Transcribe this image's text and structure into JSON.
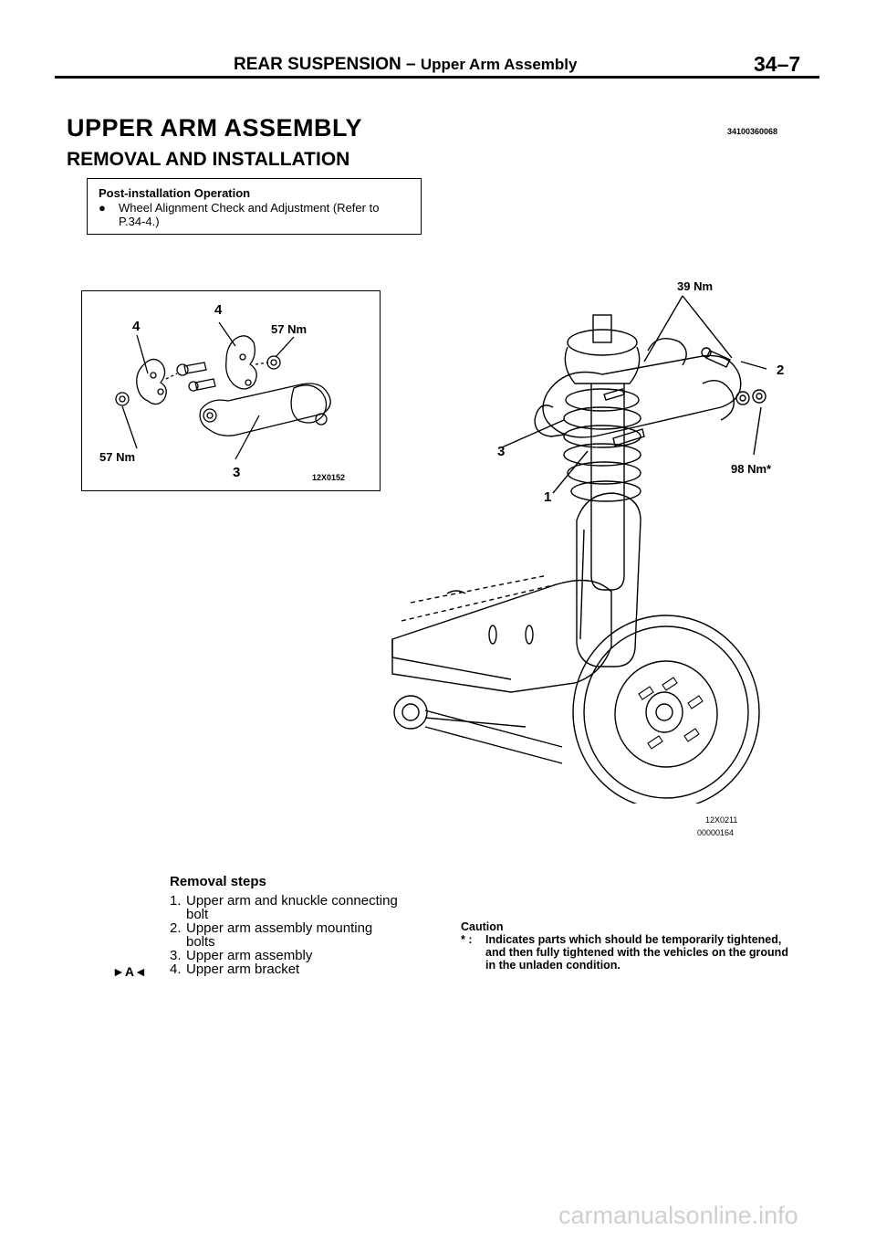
{
  "header": {
    "section": "REAR SUSPENSION",
    "dash": " – ",
    "subsection": "Upper Arm Assembly",
    "page": "34–7"
  },
  "title": "UPPER ARM ASSEMBLY",
  "title_code": "34100360068",
  "subtitle": "REMOVAL AND INSTALLATION",
  "post_installation": {
    "heading": "Post-installation Operation",
    "bullet": "●",
    "item_line1": "Wheel Alignment Check and Adjustment (Refer to",
    "item_line2": "P.34-4.)"
  },
  "figure_small": {
    "label_4_left": "4",
    "label_4_top": "4",
    "torque_top": "57 Nm",
    "torque_bottom": "57 Nm",
    "label_3": "3",
    "code": "12X0152"
  },
  "figure_main": {
    "torque_top": "39 Nm",
    "label_2": "2",
    "label_3": "3",
    "label_1": "1",
    "torque_right": "98 Nm*",
    "code1": "12X0211",
    "code2": "00000164"
  },
  "removal_steps": {
    "heading": "Removal steps",
    "steps": [
      {
        "num": "1.",
        "line1": "Upper arm and knuckle connecting",
        "line2": "bolt"
      },
      {
        "num": "2.",
        "line1": "Upper arm assembly mounting",
        "line2": "bolts"
      },
      {
        "num": "3.",
        "line1": "Upper arm assembly",
        "line2": ""
      },
      {
        "num": "4.",
        "line1": "Upper arm bracket",
        "line2": ""
      }
    ],
    "marker": "►A◄"
  },
  "caution": {
    "heading": "Caution",
    "star": "* :",
    "line1": "Indicates parts which should be temporarily tightened,",
    "line2": "and then fully tightened with the vehicles on the ground",
    "line3": "in the unladen condition."
  },
  "watermark": "carmanualsonline.info"
}
